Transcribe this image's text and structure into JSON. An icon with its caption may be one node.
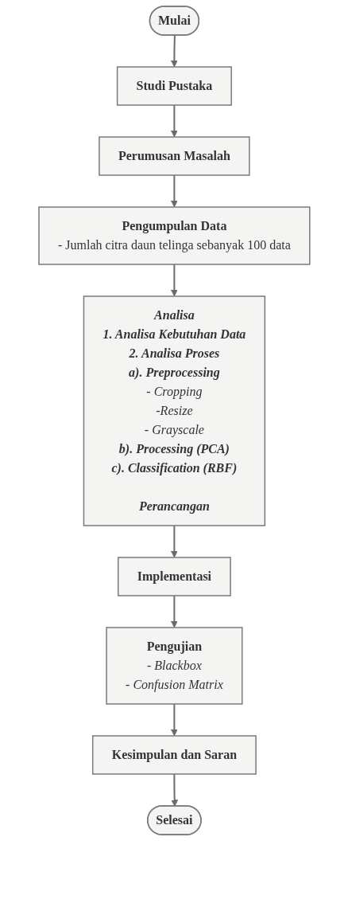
{
  "diagram": {
    "nodes": [
      {
        "text": [
          "Mulai"
        ]
      },
      {
        "text": [
          "Studi Pustaka"
        ]
      },
      {
        "text": [
          "Perumusan Masalah"
        ]
      },
      {
        "text": [
          "Pengumpulan Data",
          "- Jumlah citra daun telinga sebanyak 100 data"
        ]
      },
      {
        "text": [
          "Analisa",
          "1. Analisa Kebutuhan Data",
          "2. Analisa Proses",
          "a). Preprocessing",
          "- Cropping",
          "-Resize",
          "- Grayscale",
          "b). Processing (PCA)",
          "c). Classification (RBF)",
          "Perancangan"
        ]
      },
      {
        "text": [
          "Implementasi"
        ]
      },
      {
        "text": [
          "Pengujian",
          "- Blackbox",
          "- Confusion Matrix"
        ]
      },
      {
        "text": [
          "Kesimpulan dan Saran"
        ]
      },
      {
        "text": [
          "Selesai"
        ]
      }
    ],
    "edges": [
      {
        "from": 0,
        "to": 1,
        "arrow": "to"
      },
      {
        "from": 1,
        "to": 2,
        "arrow": "to"
      },
      {
        "from": 2,
        "to": 3,
        "arrow": "to"
      },
      {
        "from": 3,
        "to": 4,
        "arrow": "to"
      },
      {
        "from": 4,
        "to": 5,
        "arrow": "to"
      },
      {
        "from": 5,
        "to": 6,
        "arrow": "to"
      },
      {
        "from": 6,
        "to": 7,
        "arrow": "to"
      },
      {
        "from": 7,
        "to": 8,
        "arrow": "to"
      }
    ]
  }
}
